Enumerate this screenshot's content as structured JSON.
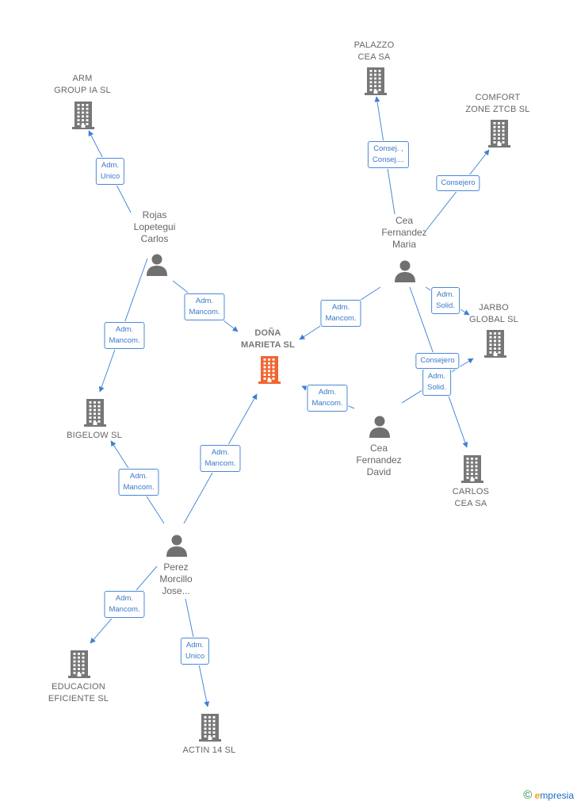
{
  "nodes": [
    {
      "id": "arm",
      "type": "company",
      "label": "ARM\nGROUP IA  SL"
    },
    {
      "id": "palazzo",
      "type": "company",
      "label": "PALAZZO\nCEA SA"
    },
    {
      "id": "comfort",
      "type": "company",
      "label": "COMFORT\nZONE ZTCB  SL"
    },
    {
      "id": "dona",
      "type": "company",
      "label": "DOÑA\nMARIETA  SL",
      "focus": true
    },
    {
      "id": "jarbo",
      "type": "company",
      "label": "JARBO\nGLOBAL  SL"
    },
    {
      "id": "bigelow",
      "type": "company",
      "label": "BIGELOW  SL"
    },
    {
      "id": "carlos",
      "type": "company",
      "label": "CARLOS\nCEA SA"
    },
    {
      "id": "educacion",
      "type": "company",
      "label": "EDUCACION\nEFICIENTE  SL"
    },
    {
      "id": "actin",
      "type": "company",
      "label": "ACTIN 14  SL"
    },
    {
      "id": "rojas",
      "type": "person",
      "label": "Rojas\nLopetegui\nCarlos"
    },
    {
      "id": "ceamaria",
      "type": "person",
      "label": "Cea\nFernandez\nMaria"
    },
    {
      "id": "ceadavid",
      "type": "person",
      "label": "Cea\nFernandez\nDavid"
    },
    {
      "id": "perez",
      "type": "person",
      "label": "Perez\nMorcillo\nJose..."
    }
  ],
  "edges": [
    {
      "from": "rojas",
      "to": "arm",
      "label": "Adm.\nUnico"
    },
    {
      "from": "rojas",
      "to": "dona",
      "label": "Adm.\nMancom."
    },
    {
      "from": "rojas",
      "to": "bigelow",
      "label": "Adm.\nMancom."
    },
    {
      "from": "ceamaria",
      "to": "palazzo",
      "label": "Consej. ,\nConsej...."
    },
    {
      "from": "ceamaria",
      "to": "comfort",
      "label": "Consejero"
    },
    {
      "from": "ceamaria",
      "to": "dona",
      "label": "Adm.\nMancom."
    },
    {
      "from": "ceamaria",
      "to": "jarbo",
      "label": "Adm.\nSolid."
    },
    {
      "from": "ceamaria",
      "to": "carlos",
      "label": "Adm.\nSolid."
    },
    {
      "from": "ceadavid",
      "to": "jarbo",
      "label": "Consejero"
    },
    {
      "from": "ceadavid",
      "to": "dona",
      "label": "Adm.\nMancom."
    },
    {
      "from": "perez",
      "to": "bigelow",
      "label": "Adm.\nMancom."
    },
    {
      "from": "perez",
      "to": "dona",
      "label": "Adm.\nMancom."
    },
    {
      "from": "perez",
      "to": "educacion",
      "label": "Adm.\nMancom."
    },
    {
      "from": "perez",
      "to": "actin",
      "label": "Adm.\nUnico"
    }
  ],
  "colors": {
    "edge": "#4a89d9",
    "company_icon": "#777777",
    "focus_icon": "#f26530",
    "person_icon": "#707070"
  },
  "watermark": {
    "symbol": "©",
    "brand": "mpresia",
    "brand_initial": "e"
  }
}
